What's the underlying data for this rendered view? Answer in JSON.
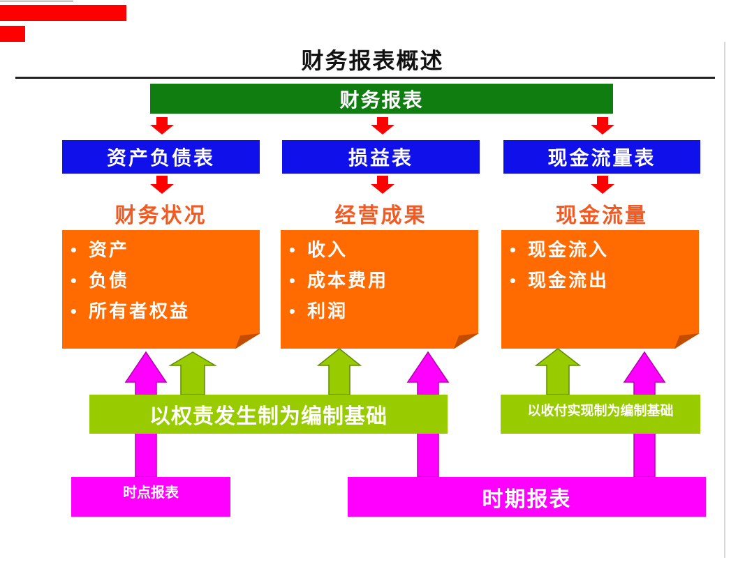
{
  "title": "财务报表概述",
  "header": "财务报表",
  "statements": [
    "资产负债表",
    "损益表",
    "现金流量表"
  ],
  "categories": [
    "财务状况",
    "经营成果",
    "现金流量"
  ],
  "card_items": [
    [
      "资产",
      "负债",
      "所有者权益"
    ],
    [
      "收入",
      "成本费用",
      "利润"
    ],
    [
      "现金流入",
      "现金流出"
    ]
  ],
  "bullet": "•",
  "basis": {
    "accrual": "以权责发生制为编制基础",
    "cash": "以收付实现制为编制基础"
  },
  "report_types": {
    "point": "时点报表",
    "period": "时期报表"
  },
  "colors": {
    "header_green": "#0f7d0f",
    "statement_blue": "#1010ea",
    "category_orange": "#f15a22",
    "card_orange": "#ff6b00",
    "basis_green": "#99cc00",
    "report_magenta": "#ff00ff",
    "arrow_red": "#ff0000"
  }
}
